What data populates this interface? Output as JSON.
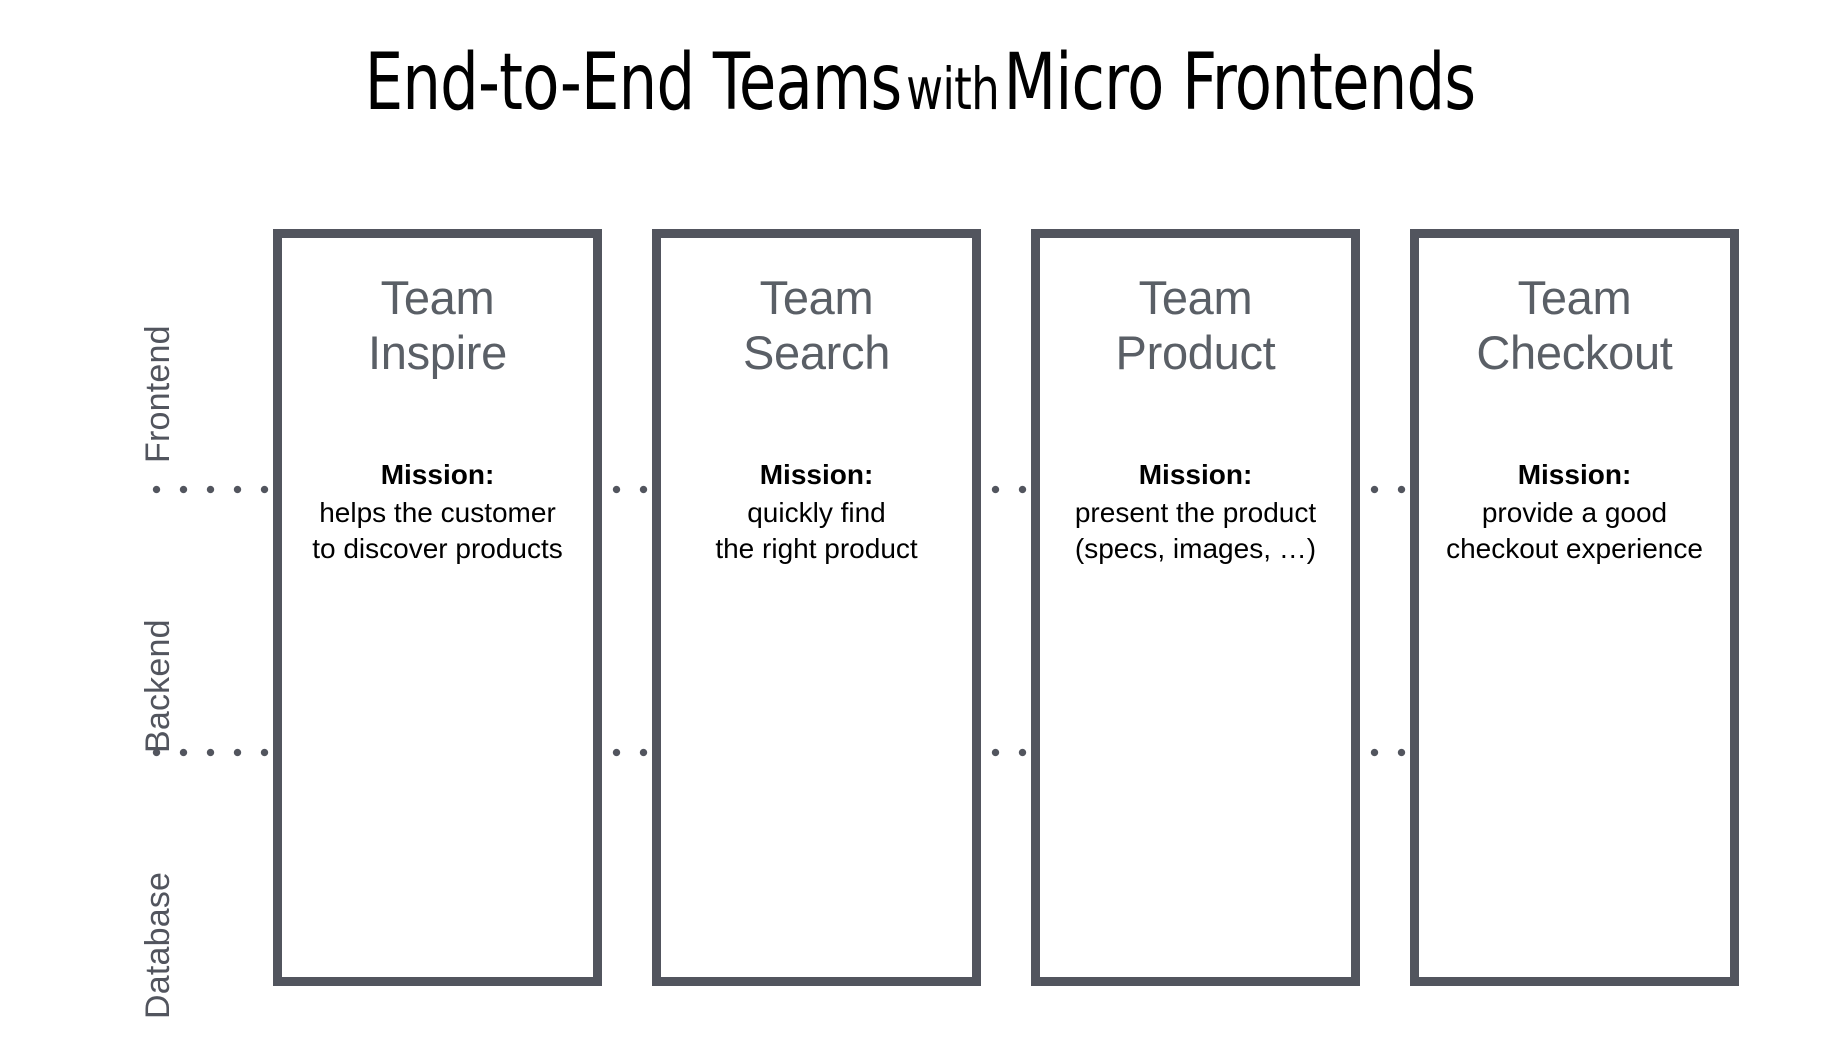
{
  "title": {
    "part1": "End-to-End Teams",
    "with": "with",
    "part2": "Micro Frontends",
    "full": "End-to-End Teams with Micro Frontends"
  },
  "layers": [
    {
      "id": "frontend",
      "label": "Frontend"
    },
    {
      "id": "backend",
      "label": "Backend"
    },
    {
      "id": "database",
      "label": "Database"
    }
  ],
  "mission_label": "Mission:",
  "colors": {
    "border": "#52555E",
    "team_name": "#5A5F66",
    "layer_label": "#52555E",
    "mission_text": "#000000",
    "background": "#FFFFFF"
  },
  "teams": [
    {
      "name_line1": "Team",
      "name_line2": "Inspire",
      "mission_line1": "helps the customer",
      "mission_line2": "to discover products"
    },
    {
      "name_line1": "Team",
      "name_line2": "Search",
      "mission_line1": "quickly find",
      "mission_line2": "the right product"
    },
    {
      "name_line1": "Team",
      "name_line2": "Product",
      "mission_line1": "present the product",
      "mission_line2": "(specs, images, …)"
    },
    {
      "name_line1": "Team",
      "name_line2": "Checkout",
      "mission_line1": "provide a good",
      "mission_line2": "checkout experience"
    }
  ]
}
